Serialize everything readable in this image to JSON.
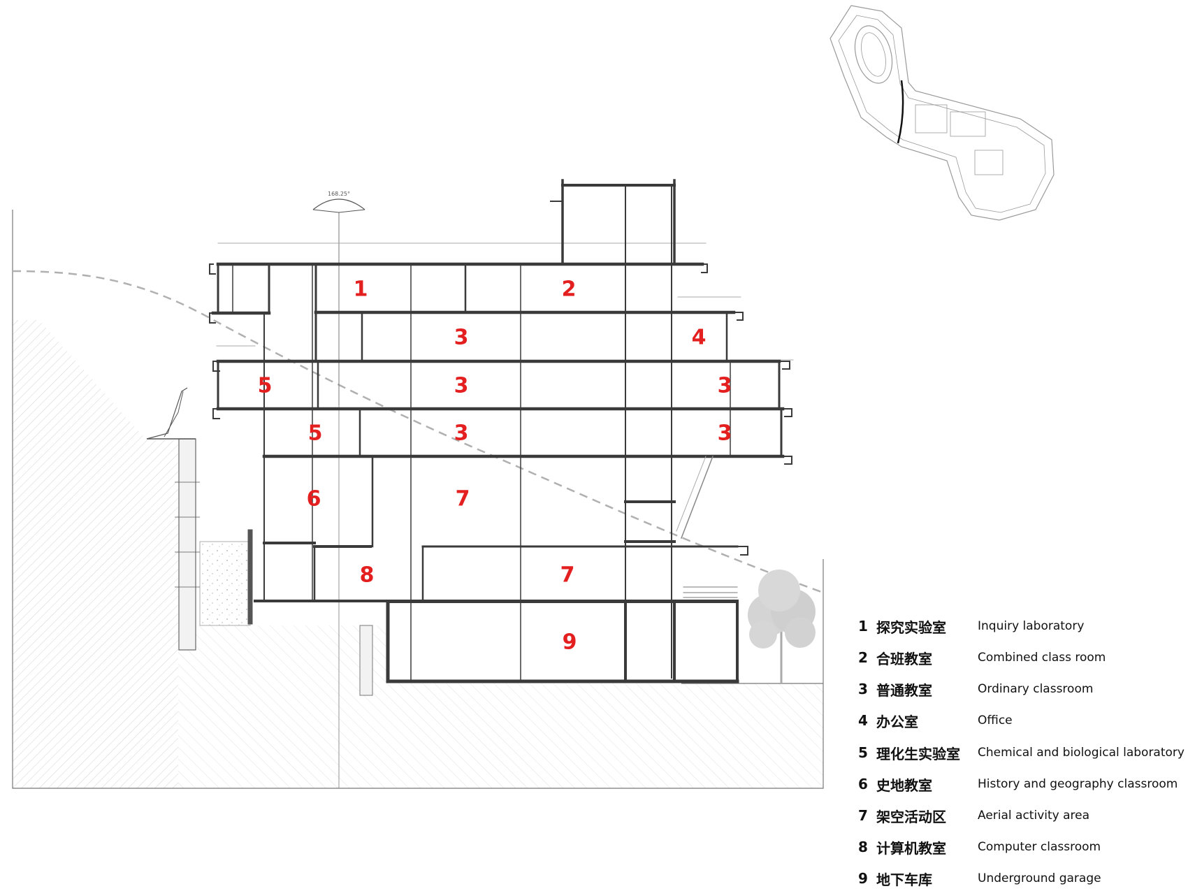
{
  "diagram": {
    "angle_annotation": "168.25°",
    "room_labels": [
      {
        "id": "r1",
        "text": "1"
      },
      {
        "id": "r2",
        "text": "2"
      },
      {
        "id": "r3a",
        "text": "3"
      },
      {
        "id": "r4",
        "text": "4"
      },
      {
        "id": "r5a",
        "text": "5"
      },
      {
        "id": "r3b",
        "text": "3"
      },
      {
        "id": "r3c",
        "text": "3"
      },
      {
        "id": "r5b",
        "text": "5"
      },
      {
        "id": "r3d",
        "text": "3"
      },
      {
        "id": "r3e",
        "text": "3"
      },
      {
        "id": "r6",
        "text": "6"
      },
      {
        "id": "r7a",
        "text": "7"
      },
      {
        "id": "r8",
        "text": "8"
      },
      {
        "id": "r7b",
        "text": "7"
      },
      {
        "id": "r9",
        "text": "9"
      }
    ]
  },
  "legend": {
    "items": [
      {
        "num": "1",
        "zh": "探究实验室",
        "en": "Inquiry laboratory"
      },
      {
        "num": "2",
        "zh": "合班教室",
        "en": "Combined class room"
      },
      {
        "num": "3",
        "zh": "普通教室",
        "en": "Ordinary classroom"
      },
      {
        "num": "4",
        "zh": "办公室",
        "en": "Office"
      },
      {
        "num": "5",
        "zh": "理化生实验室",
        "en": "Chemical and biological laboratory"
      },
      {
        "num": "6",
        "zh": "史地教室",
        "en": "History and geography classroom"
      },
      {
        "num": "7",
        "zh": "架空活动区",
        "en": "Aerial activity area"
      },
      {
        "num": "8",
        "zh": "计算机教室",
        "en": "Computer classroom"
      },
      {
        "num": "9",
        "zh": "地下车库",
        "en": "Underground garage"
      }
    ]
  },
  "colors": {
    "room_label": "#e41f1f",
    "structure": "#3a3a3a",
    "light_line": "#9a9a9a",
    "hatch": "#bdbdbd"
  }
}
